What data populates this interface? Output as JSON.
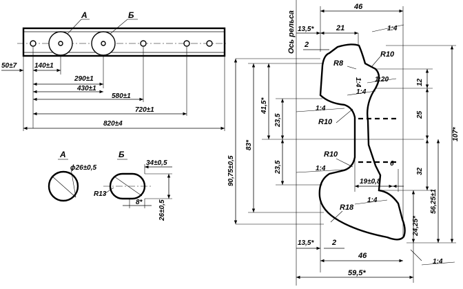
{
  "colors": {
    "ink": "#000000",
    "paper": "#ffffff"
  },
  "bar": {
    "hole_a_label": "А",
    "hole_b_label": "Б",
    "dims": [
      "50±7",
      "140±1",
      "290±1",
      "430±1",
      "580±1",
      "720±1",
      "820±4"
    ]
  },
  "detail_a": {
    "label": "А",
    "diameter": "ϕ26±0,5"
  },
  "detail_b": {
    "label": "Б",
    "width": "34±0,5",
    "height": "26±0,5",
    "radius": "R13",
    "offset": "8*"
  },
  "profile": {
    "axis_label": "Ось рельса",
    "top": {
      "width": "46",
      "offset": "13,5*",
      "inner": "21",
      "gap": "2",
      "slope": "1:4"
    },
    "head": {
      "r10_top": "R10",
      "r8": "R8",
      "slope_vert": "1:4",
      "slope_20": "1:20",
      "slope_mid": "1:4"
    },
    "web": {
      "r10_upper": "R10",
      "r10_lower": "R10",
      "slope_upper": "1:4",
      "slope_lower": "1:4"
    },
    "foot": {
      "r18": "R18",
      "slope": "1:4",
      "width_19": "19±0,8",
      "gap_6": "6"
    },
    "left_dims": [
      "90,75±0,5",
      "83*",
      "41,5*",
      "23,5",
      "23,5"
    ],
    "right_dims": [
      "12",
      "25",
      "32",
      "56,25±1",
      "24,25*",
      "107*"
    ],
    "bottom": {
      "offset": "13,5*",
      "gap": "2",
      "width_46": "46",
      "width_595": "59,5*",
      "slope": "1:4"
    }
  }
}
